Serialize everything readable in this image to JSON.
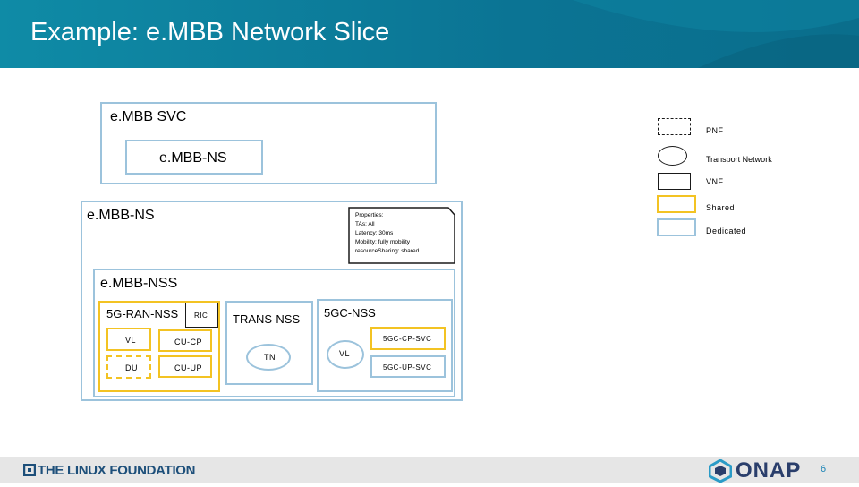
{
  "slide": {
    "title": "Example: e.MBB Network Slice",
    "page_number": "6"
  },
  "svc": {
    "label": "e.MBB SVC",
    "ns_label": "e.MBB-NS"
  },
  "ns": {
    "label": "e.MBB-NS",
    "properties": [
      "Properties:",
      "TAs: All",
      "Latency: 30ms",
      "Mobility: fully mobility",
      "resourceSharing: shared"
    ]
  },
  "nss": {
    "label": "e.MBB-NSS",
    "ran": {
      "label": "5G-RAN-NSS",
      "ric": "RIC",
      "vl": "VL",
      "du": "DU",
      "cu_cp": "CU-CP",
      "cu_up": "CU-UP"
    },
    "trans": {
      "label": "TRANS-NSS",
      "tn": "TN"
    },
    "core": {
      "label": "5GC-NSS",
      "vl": "VL",
      "cp": "5GC-CP-SVC",
      "up": "5GC-UP-SVC"
    }
  },
  "legend": [
    {
      "label": "PNF",
      "style": "dashed-dark"
    },
    {
      "label": "Transport Network",
      "style": "ellipse-dark"
    },
    {
      "label": "VNF",
      "style": "solid-dark"
    },
    {
      "label": "Shared",
      "style": "solid-gold"
    },
    {
      "label": "Dedicated",
      "style": "solid-blue"
    }
  ],
  "colors": {
    "header": "#0b7494",
    "dedicated": "#9cc3dc",
    "shared": "#f3c323"
  },
  "footer": {
    "linux_logo": "THE LINUX FOUNDATION",
    "onap_logo": "ONAP"
  }
}
